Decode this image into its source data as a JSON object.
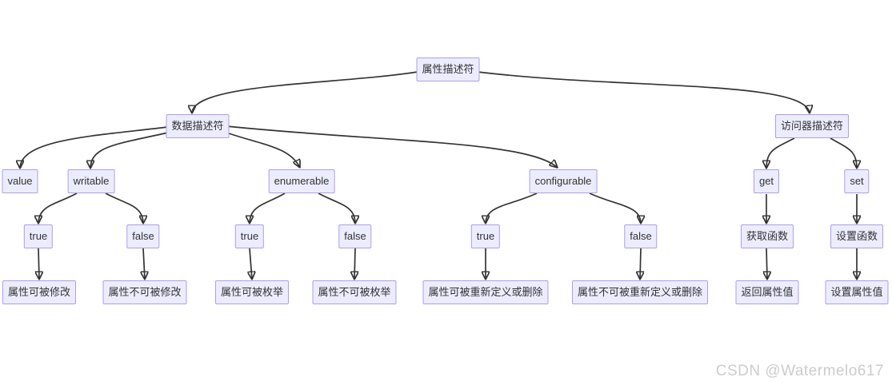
{
  "diagram": {
    "type": "flowchart-tree",
    "colors": {
      "node_fill": "#ECECFF",
      "node_border": "#b09de6",
      "edge_stroke": "#333333",
      "text": "#333333",
      "background": "#ffffff",
      "watermark_text_color": "#cccccc"
    },
    "nodes": [
      {
        "id": "root",
        "label": "属性描述符"
      },
      {
        "id": "data",
        "label": "数据描述符"
      },
      {
        "id": "accessor",
        "label": "访问器描述符"
      },
      {
        "id": "value",
        "label": "value"
      },
      {
        "id": "writable",
        "label": "writable"
      },
      {
        "id": "enumerable",
        "label": "enumerable"
      },
      {
        "id": "configurable",
        "label": "configurable"
      },
      {
        "id": "get",
        "label": "get"
      },
      {
        "id": "set",
        "label": "set"
      },
      {
        "id": "writable-true",
        "label": "true"
      },
      {
        "id": "writable-false",
        "label": "false"
      },
      {
        "id": "enumerable-true",
        "label": "true"
      },
      {
        "id": "enumerable-false",
        "label": "false"
      },
      {
        "id": "configurable-true",
        "label": "true"
      },
      {
        "id": "configurable-false",
        "label": "false"
      },
      {
        "id": "get-function",
        "label": "获取函数"
      },
      {
        "id": "set-function",
        "label": "设置函数"
      },
      {
        "id": "writable-true-desc",
        "label": "属性可被修改"
      },
      {
        "id": "writable-false-desc",
        "label": "属性不可被修改"
      },
      {
        "id": "enumerable-true-desc",
        "label": "属性可被枚举"
      },
      {
        "id": "enumerable-false-desc",
        "label": "属性不可被枚举"
      },
      {
        "id": "configurable-true-desc",
        "label": "属性可被重新定义或删除"
      },
      {
        "id": "configurable-false-desc",
        "label": "属性不可被重新定义或删除"
      },
      {
        "id": "get-result",
        "label": "返回属性值"
      },
      {
        "id": "set-result",
        "label": "设置属性值"
      }
    ],
    "edges": [
      {
        "from": "root",
        "to": "data"
      },
      {
        "from": "root",
        "to": "accessor"
      },
      {
        "from": "data",
        "to": "value"
      },
      {
        "from": "data",
        "to": "writable"
      },
      {
        "from": "data",
        "to": "enumerable"
      },
      {
        "from": "data",
        "to": "configurable"
      },
      {
        "from": "accessor",
        "to": "get"
      },
      {
        "from": "accessor",
        "to": "set"
      },
      {
        "from": "writable",
        "to": "writable-true"
      },
      {
        "from": "writable",
        "to": "writable-false"
      },
      {
        "from": "enumerable",
        "to": "enumerable-true"
      },
      {
        "from": "enumerable",
        "to": "enumerable-false"
      },
      {
        "from": "configurable",
        "to": "configurable-true"
      },
      {
        "from": "configurable",
        "to": "configurable-false"
      },
      {
        "from": "get",
        "to": "get-function"
      },
      {
        "from": "set",
        "to": "set-function"
      },
      {
        "from": "writable-true",
        "to": "writable-true-desc"
      },
      {
        "from": "writable-false",
        "to": "writable-false-desc"
      },
      {
        "from": "enumerable-true",
        "to": "enumerable-true-desc"
      },
      {
        "from": "enumerable-false",
        "to": "enumerable-false-desc"
      },
      {
        "from": "configurable-true",
        "to": "configurable-true-desc"
      },
      {
        "from": "configurable-false",
        "to": "configurable-false-desc"
      },
      {
        "from": "get-function",
        "to": "get-result"
      },
      {
        "from": "set-function",
        "to": "set-result"
      }
    ]
  },
  "watermark": {
    "text": "CSDN @Watermelo617"
  }
}
